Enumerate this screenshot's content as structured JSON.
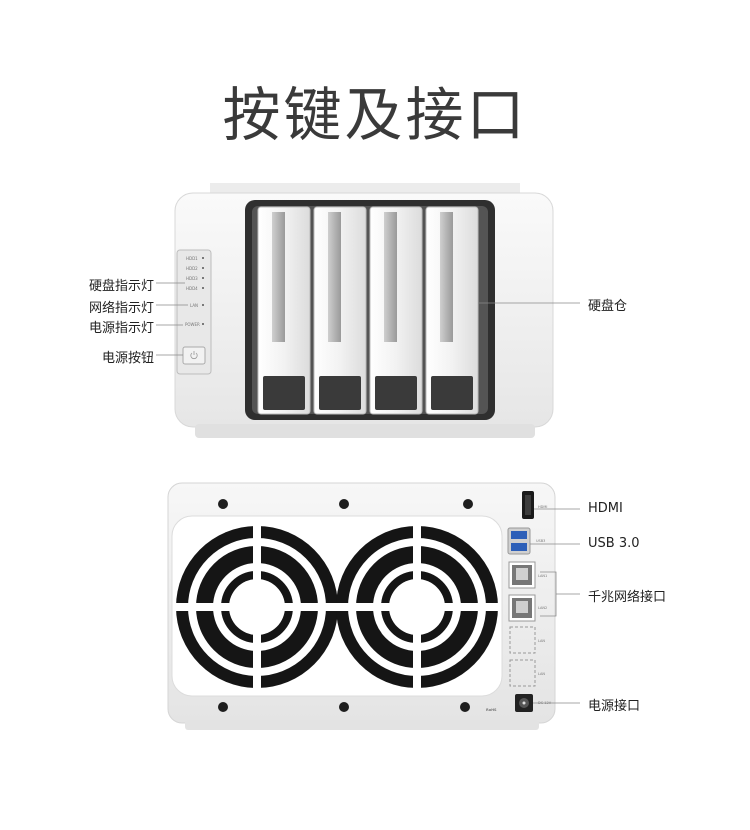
{
  "title": "按键及接口",
  "front_labels": {
    "hdd_led": "硬盘指示灯",
    "network_led": "网络指示灯",
    "power_led": "电源指示灯",
    "power_button": "电源按钮",
    "drive_bay": "硬盘仓"
  },
  "rear_labels": {
    "hdmi": "HDMI",
    "usb": "USB 3.0",
    "gigabit_lan": "千兆网络接口",
    "power_port": "电源接口"
  },
  "panel_text": {
    "hdd1": "HDD1",
    "hdd2": "HDD2",
    "hdd3": "HDD3",
    "hdd4": "HDD4",
    "lan": "LAN",
    "power": "POWER",
    "hdmi_small": "HDMI",
    "usb_small": "USB3",
    "lan1_small": "LAN1",
    "lan2_small": "LAN2",
    "lan3_small": "LAN",
    "lan4_small": "LAN",
    "dc_small": "DC 12V",
    "rohs": "RoHS"
  },
  "colors": {
    "usb_blue": "#2d5fb8",
    "chassis": "#f4f4f4"
  }
}
